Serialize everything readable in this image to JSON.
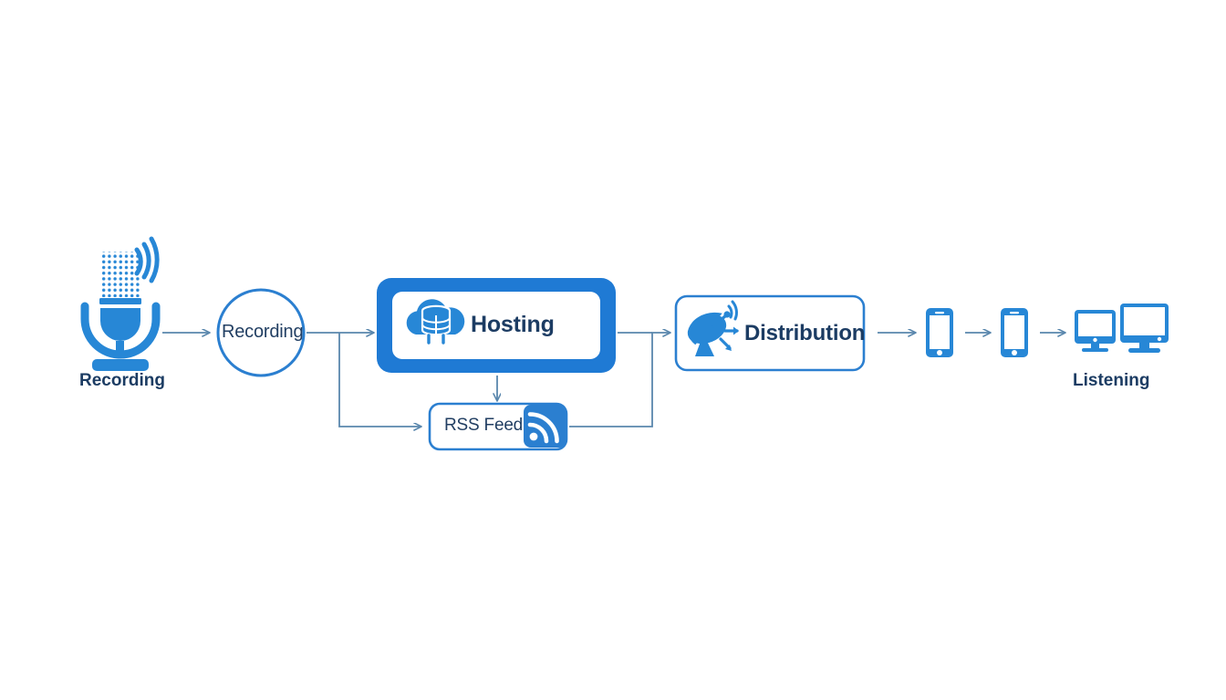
{
  "diagram": {
    "title": "Podcast Workflow Diagram",
    "background_color": "#ffffff",
    "colors": {
      "primary_blue": "#1f7ad4",
      "icon_blue": "#2787d6",
      "text_navy": "#1c3c63",
      "arrow_blue": "#5a87ad",
      "outline_blue": "#2b7fd0"
    },
    "nodes": [
      {
        "id": "microphone",
        "type": "icon",
        "icon": "microphone-icon",
        "caption": "Recording"
      },
      {
        "id": "recording-circle",
        "type": "circle",
        "label": "Recording"
      },
      {
        "id": "hosting",
        "type": "framed-box",
        "label": "Hosting",
        "icon": "cloud-database-icon"
      },
      {
        "id": "rss-feed",
        "type": "outlined-box",
        "label": "RSS Feed",
        "icon": "rss-icon"
      },
      {
        "id": "distribution",
        "type": "outlined-box",
        "label": "Distribution",
        "icon": "satellite-dish-icon"
      },
      {
        "id": "phone-1",
        "type": "icon",
        "icon": "smartphone-icon"
      },
      {
        "id": "phone-2",
        "type": "icon",
        "icon": "smartphone-icon"
      },
      {
        "id": "monitors",
        "type": "icon",
        "icon": "desktop-monitors-icon",
        "caption": "Listening"
      }
    ],
    "connections": [
      {
        "from": "microphone",
        "to": "recording-circle",
        "style": "arrow"
      },
      {
        "from": "recording-circle",
        "to": "hosting",
        "style": "arrow"
      },
      {
        "from": "recording-circle",
        "to": "rss-feed",
        "style": "branch-down-arrow"
      },
      {
        "from": "hosting",
        "to": "rss-feed",
        "style": "arrow-down"
      },
      {
        "from": "hosting",
        "to": "distribution",
        "style": "arrow"
      },
      {
        "from": "rss-feed",
        "to": "distribution",
        "style": "merge-up-arrow"
      },
      {
        "from": "distribution",
        "to": "phone-1",
        "style": "arrow"
      },
      {
        "from": "phone-1",
        "to": "phone-2",
        "style": "arrow"
      },
      {
        "from": "phone-2",
        "to": "monitors",
        "style": "arrow"
      }
    ],
    "labels": {
      "recording_circle": "Recording",
      "hosting": "Hosting",
      "rss_feed": "RSS Feed",
      "distribution": "Distribution",
      "caption_recording": "Recording",
      "caption_listening": "Listening"
    }
  }
}
